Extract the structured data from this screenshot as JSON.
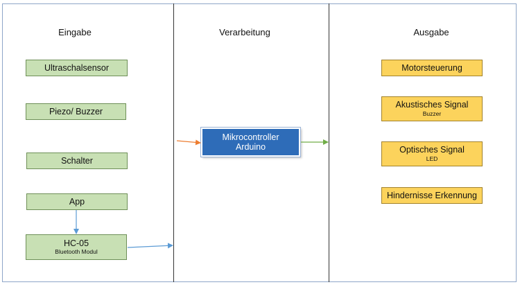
{
  "columns": {
    "input": {
      "title": "Eingabe"
    },
    "processing": {
      "title": "Verarbeitung"
    },
    "output": {
      "title": "Ausgabe"
    }
  },
  "inputs": [
    {
      "label": "Ultraschalsensor"
    },
    {
      "label": "Piezo/ Buzzer"
    },
    {
      "label": "Schalter"
    },
    {
      "label": "App"
    },
    {
      "label": "HC-05",
      "sub": "Bluetooth Modul"
    }
  ],
  "processing": {
    "line1": "Mikrocontroller",
    "line2": "Arduino"
  },
  "outputs": [
    {
      "label": "Motorsteuerung"
    },
    {
      "label": "Akustisches Signal",
      "sub": "Buzzer"
    },
    {
      "label": "Optisches Signal",
      "sub": "LED"
    },
    {
      "label": "Hindernisse Erkennung"
    }
  ],
  "colors": {
    "input_fill": "#c8e0b4",
    "output_fill": "#fcd35c",
    "mcu_fill": "#2e6cb8",
    "arrow_blue": "#5b9bd5",
    "arrow_orange": "#ed7d31",
    "arrow_green": "#70ad47"
  }
}
